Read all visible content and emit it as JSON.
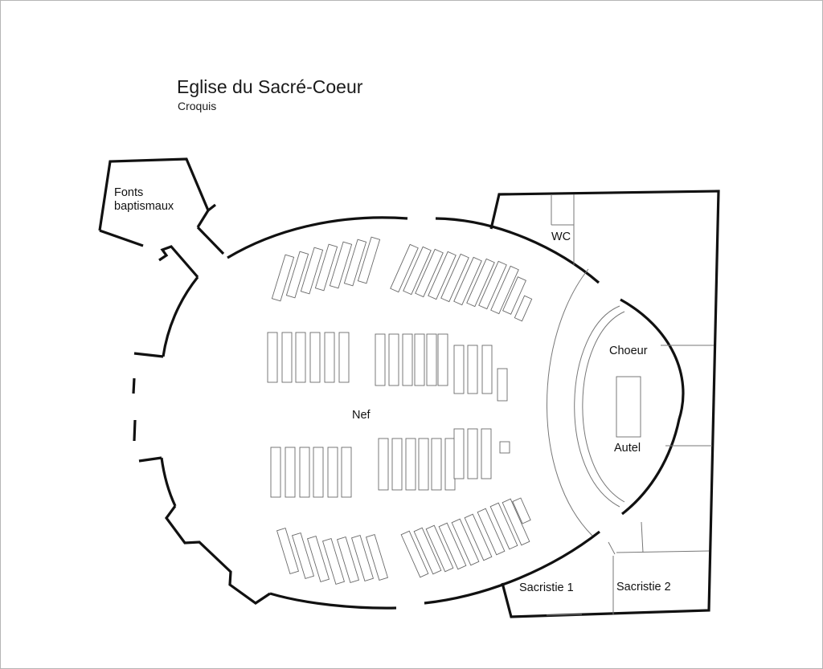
{
  "header": {
    "title": "Eglise du Sacré-Coeur",
    "subtitle": "Croquis"
  },
  "rooms": {
    "fonts_line1": "Fonts",
    "fonts_line2": "baptismaux",
    "wc": "WC",
    "choeur": "Choeur",
    "autel": "Autel",
    "nef": "Nef",
    "sacristie_1": "Sacristie 1",
    "sacristie_2": "Sacristie 2"
  },
  "colors": {
    "wall": "#111111",
    "partition": "#777777",
    "pew": "#6a6a6a",
    "background": "#ffffff"
  }
}
